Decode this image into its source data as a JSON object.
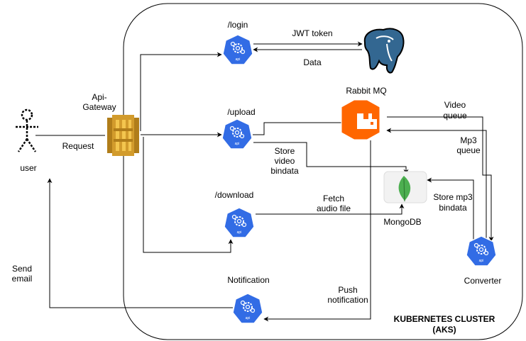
{
  "cluster": {
    "label_line1": "KUBERNETES CLUSTER",
    "label_line2": "(AKS)"
  },
  "actor": {
    "label": "user"
  },
  "gateway": {
    "label_line1": "Api-",
    "label_line2": "Gateway"
  },
  "services": {
    "login": {
      "label": "/login",
      "icon_text": "api"
    },
    "upload": {
      "label": "/upload",
      "icon_text": "api"
    },
    "download": {
      "label": "/download",
      "icon_text": "api"
    },
    "notification": {
      "label": "Notification",
      "icon_text": "api"
    },
    "converter": {
      "label": "Converter",
      "icon_text": "api"
    }
  },
  "stores": {
    "rabbitmq": {
      "label": "Rabbit MQ"
    },
    "mongodb": {
      "label": "MongoDB"
    }
  },
  "edges": {
    "request": "Request",
    "jwt": "JWT token",
    "data": "Data",
    "store_video": [
      "Store",
      "video",
      "bindata"
    ],
    "video_queue": [
      "Video",
      "queue"
    ],
    "mp3_queue": [
      "Mp3",
      "queue"
    ],
    "store_mp3": [
      "Store mp3",
      "bindata"
    ],
    "fetch_audio": [
      "Fetch",
      "audio file"
    ],
    "push_notification": [
      "Push",
      "notification"
    ],
    "send_email": [
      "Send",
      "email"
    ]
  },
  "colors": {
    "api_blue": "#326ce5",
    "gateway_gold": "#d29b2c",
    "rabbit_orange": "#ff6600",
    "postgres_blue": "#336791",
    "mongo_green": "#4caf50"
  }
}
